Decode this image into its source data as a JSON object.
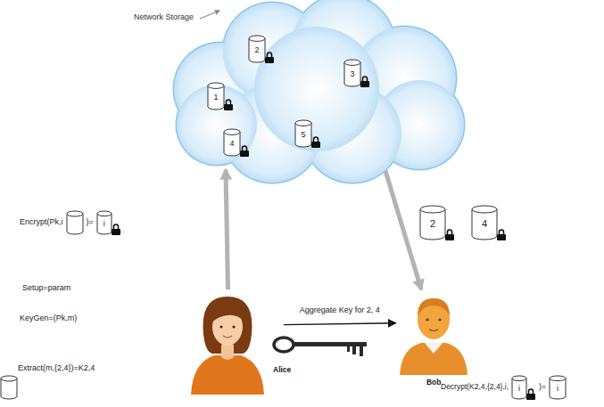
{
  "diagram": {
    "nodes": [
      {
        "text": [
          "Network Storage"
        ]
      },
      {
        "text": [
          "2"
        ],
        "in": 0
      },
      {
        "text": [
          "3"
        ],
        "in": 0
      },
      {
        "text": [
          "1"
        ],
        "in": 0
      },
      {
        "text": [
          "4"
        ],
        "in": 0
      },
      {
        "text": [
          "5"
        ],
        "in": 0
      },
      {
        "text": [
          "Alice"
        ]
      },
      {
        "text": [
          "Bob"
        ]
      },
      {
        "text": [
          "2"
        ]
      },
      {
        "text": [
          "4"
        ]
      },
      {
        "text": [
          "i"
        ]
      },
      {
        "text": [
          "i"
        ]
      },
      {
        "text": [
          "i"
        ]
      }
    ],
    "edges": [
      {
        "from": 6,
        "to": 0,
        "arrow": "to"
      },
      {
        "from": 0,
        "to": 7,
        "arrow": "to"
      },
      {
        "from": 6,
        "to": 7,
        "label": "Aggregate Key for 2, 4",
        "arrow": "to"
      }
    ],
    "labels": [
      "Encrypt(Pk,i",
      ")=",
      "Setup=param",
      "KeyGen=(Pk,m)",
      "Extract(m,{2,4})=K2,4",
      "Decrypt(K2,4,{2,4},i,",
      ")="
    ]
  }
}
